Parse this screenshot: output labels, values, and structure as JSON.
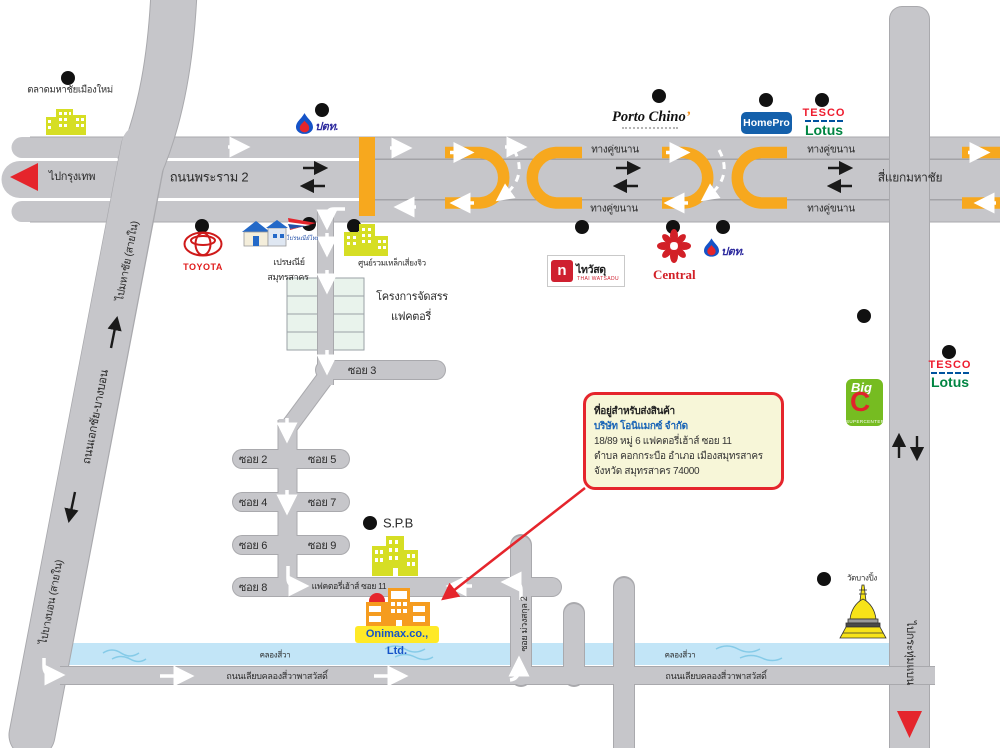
{
  "roads": {
    "rama2": "ถนนพระราม 2",
    "frontage": "ทางคู่ขนาน",
    "mahachai_intersection": "สี่แยกมหาชัย",
    "to_bangkok": "ไปกรุงเทพ",
    "to_mahachai_inner": "ไปมหาชัย (สายใน)",
    "ekkachai_bangbon": "ถนนเอกชัย-บางบอน",
    "to_bangbon_inner": "ไปบางบอน (สายใน)",
    "to_krathum_baen": "ไปกระทุ่มแบน",
    "canal_name": "คลองสี่วา",
    "canal_side_road": "ถนนเลียบคลองสี่วาพาสวัสดิ์",
    "muang_sakul_soi": "ซอย ม่วงสกุล 2",
    "factory_house_soi11": "แฟคตอรี่เฮ้าส์ ซอย 11",
    "soi2": "ซอย 2",
    "soi3": "ซอย 3",
    "soi4": "ซอย 4",
    "soi5": "ซอย 5",
    "soi6": "ซอย 6",
    "soi7": "ซอย 7",
    "soi8": "ซอย 8",
    "soi9": "ซอย 9"
  },
  "landmarks": {
    "new_mahachai_market": "ตลาดมหาชัยเมืองใหม่",
    "ptt": "ปตท.",
    "porto_chino": "Porto Chino",
    "homepro": "HomePro",
    "tesco": "TESCO",
    "lotus": "Lotus",
    "toyota": "TOYOTA",
    "post_office_line1": "เปรษณีย์",
    "post_office_line2": "สมุทรสาคร",
    "thailand_post": "ไปรษณีย์ไทย",
    "steel_center": "ศูนย์รวมเหล็กเสี่ยงจิว",
    "thai_watsadu": "ไทวัสดุ",
    "thai_watsadu_sub": "THAI WATSADU",
    "central": "Central",
    "factory_project_line1": "โครงการจัดสรร",
    "factory_project_line2": "แฟคตอรี่",
    "big_c_big": "Big",
    "big_c_c": "C",
    "big_c_sub": "SUPERCENTER",
    "spb": "S.P.B",
    "onimax": "Onimax.co., Ltd.",
    "bang_ping_temple": "วัดบางปิ้ง"
  },
  "note_box": {
    "line1": "ที่อยู่สำหรับส่งสินค้า",
    "line2": "บริษัท โอนิแมกซ์ จำกัด",
    "line3": "18/89 หมู่ 6 แฟคตอรี่เฮ้าส์ ซอย 11",
    "line4": "ตำบล คอกกระบือ อำเภอ เมืองสมุทรสาคร",
    "line5": "จังหวัด สมุทรสาคร  74000"
  },
  "colors": {
    "road": "#c6c6ca",
    "orange": "#f7a81e",
    "canal": "#c2e5f7",
    "note_bg": "#f7f6d8",
    "red": "#e5252c",
    "building_green": "#d6de24",
    "building_orange": "#f59c1f",
    "blue_text": "#1763b6"
  }
}
